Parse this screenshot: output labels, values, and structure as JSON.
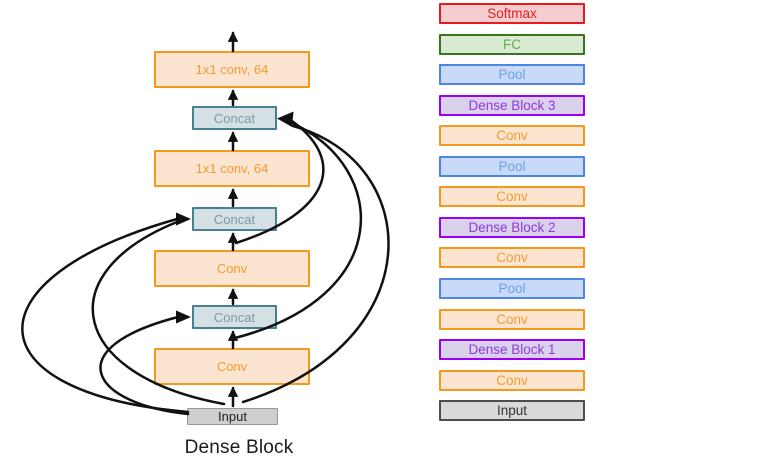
{
  "figure": {
    "caption": "Dense Block",
    "boxes": [
      {
        "label": "Input",
        "type": "input_left"
      },
      {
        "label": "Conv",
        "type": "conv"
      },
      {
        "label": "Concat",
        "type": "concat"
      },
      {
        "label": "Conv",
        "type": "conv"
      },
      {
        "label": "Concat",
        "type": "concat"
      },
      {
        "label": "1x1 conv, 64",
        "type": "conv"
      },
      {
        "label": "Concat",
        "type": "concat"
      },
      {
        "label": "1x1 conv, 64",
        "type": "conv"
      }
    ]
  },
  "legend": {
    "items": [
      {
        "label": "Softmax",
        "type": "softmax"
      },
      {
        "label": "FC",
        "type": "fc"
      },
      {
        "label": "Pool",
        "type": "pool"
      },
      {
        "label": "Dense Block 3",
        "type": "dense"
      },
      {
        "label": "Conv",
        "type": "conv"
      },
      {
        "label": "Pool",
        "type": "pool"
      },
      {
        "label": "Conv",
        "type": "conv"
      },
      {
        "label": "Dense Block 2",
        "type": "dense"
      },
      {
        "label": "Conv",
        "type": "conv"
      },
      {
        "label": "Pool",
        "type": "pool"
      },
      {
        "label": "Conv",
        "type": "conv"
      },
      {
        "label": "Dense Block 1",
        "type": "dense"
      },
      {
        "label": "Conv",
        "type": "conv"
      },
      {
        "label": "Input",
        "type": "input"
      }
    ]
  },
  "colors": {
    "softmax": {
      "border": "#E8191F",
      "fill": "#F5CDCE",
      "text": "#E8191F"
    },
    "fc": {
      "border": "#38761D",
      "fill": "#D9EAD3",
      "text": "#6AA84F"
    },
    "pool": {
      "border": "#4A86E8",
      "fill": "#C9DAF8",
      "text": "#6D9EEB"
    },
    "dense": {
      "border": "#9900F5",
      "fill": "#DAD2EC",
      "text": "#9137E0"
    },
    "conv": {
      "border": "#F5991E",
      "fill": "#FBE5D0",
      "text": "#F59B30"
    },
    "input": {
      "border": "#4D4D4D",
      "fill": "#D9D9D9",
      "text": "#333333"
    },
    "concat": {
      "border": "#45818E",
      "fill": "#D4E0E4",
      "text": "#7D9AA4"
    },
    "input_left": {
      "border": "#999999",
      "fill": "#CFCFCF",
      "text": "#222222"
    },
    "arrow": "#111111"
  }
}
